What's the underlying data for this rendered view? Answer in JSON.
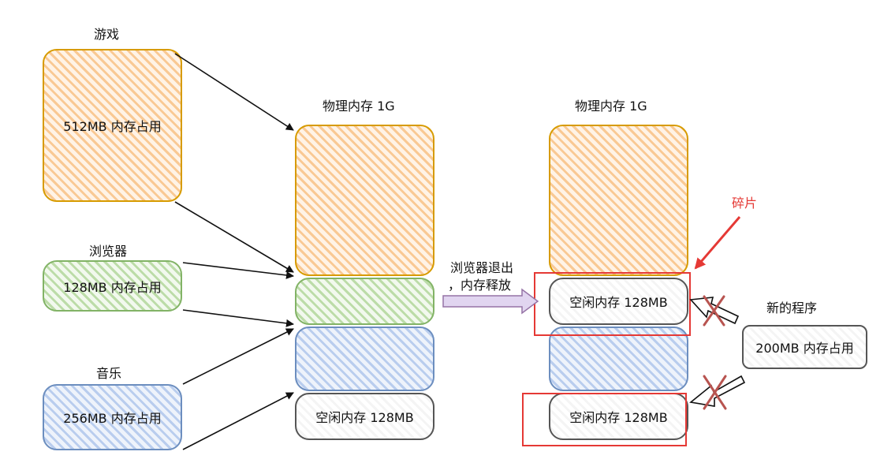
{
  "processes": {
    "game": {
      "name": "游戏",
      "usage": "512MB 内存占用",
      "color": "#d79b00"
    },
    "browser": {
      "name": "浏览器",
      "usage": "128MB 内存占用",
      "color": "#82b366"
    },
    "music": {
      "name": "音乐",
      "usage": "256MB 内存占用",
      "color": "#6c8ebf"
    }
  },
  "memory_before": {
    "title": "物理内存 1G",
    "free_block": "空闲内存 128MB"
  },
  "transition": {
    "line1": "浏览器退出",
    "line2": "，内存释放"
  },
  "memory_after": {
    "title": "物理内存 1G",
    "free_block_top": "空闲内存 128MB",
    "free_block_bottom": "空闲内存 128MB"
  },
  "fragment_label": "碎片",
  "fragment_color": "#e53935",
  "new_program": {
    "name": "新的程序",
    "usage": "200MB 内存占用"
  }
}
